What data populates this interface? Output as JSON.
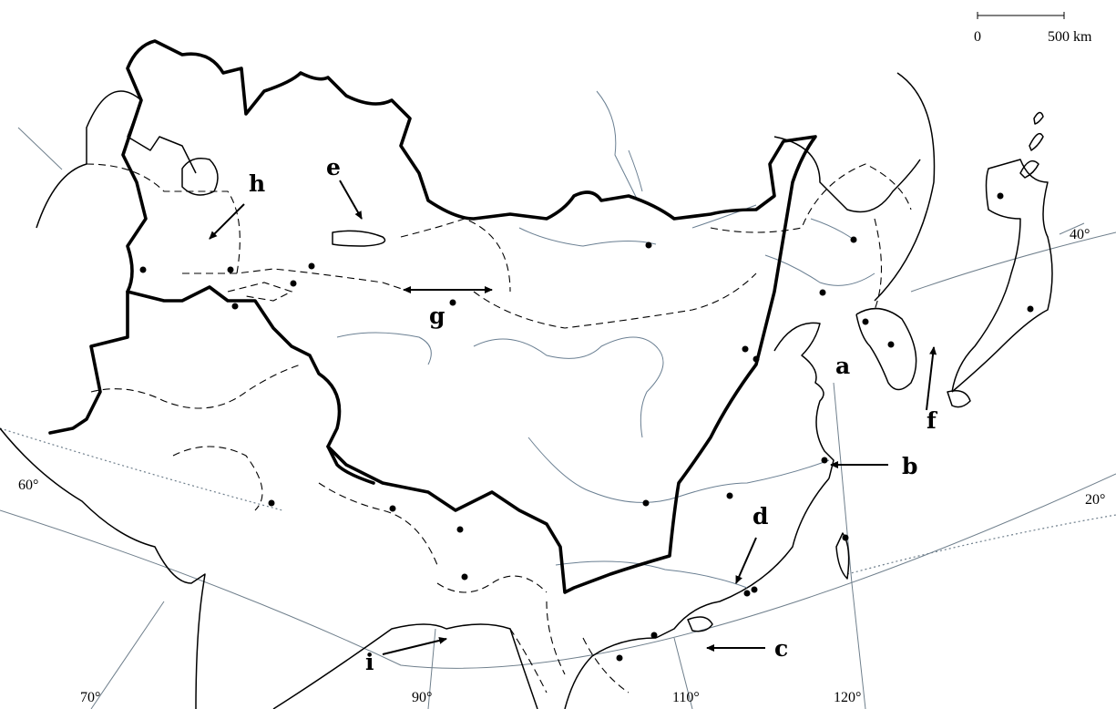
{
  "scale_bar": {
    "zero": "0",
    "end": "500 km"
  },
  "labels": {
    "a": "a",
    "b": "b",
    "c": "c",
    "d": "d",
    "e": "e",
    "f": "f",
    "g": "g",
    "h": "h",
    "i": "i"
  },
  "meridians": {
    "m70": "70°",
    "m90": "90°",
    "m110": "110°",
    "m120": "120°"
  },
  "parallels": {
    "p20": "20°",
    "p40": "40°",
    "p60": "60°"
  }
}
